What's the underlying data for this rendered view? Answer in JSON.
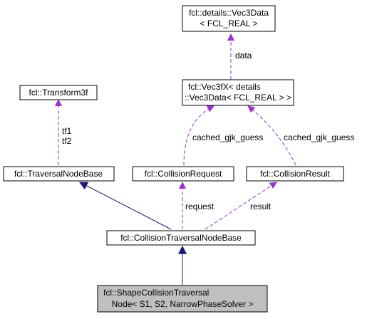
{
  "nodes": {
    "vec3data": {
      "lines": [
        "fcl::details::Vec3Data",
        "< FCL_REAL >"
      ]
    },
    "vec3fx": {
      "lines": [
        "fcl::Vec3fX< details",
        "::Vec3Data< FCL_REAL > >"
      ]
    },
    "transform3f": {
      "lines": [
        "fcl::Transform3f"
      ]
    },
    "traversal_node_base": {
      "lines": [
        "fcl::TraversalNodeBase"
      ]
    },
    "collision_request": {
      "lines": [
        "fcl::CollisionRequest"
      ]
    },
    "collision_result": {
      "lines": [
        "fcl::CollisionResult"
      ]
    },
    "collision_traversal_node_base": {
      "lines": [
        "fcl::CollisionTraversalNodeBase"
      ]
    },
    "shape_collision_traversal_node": {
      "lines": [
        "fcl::ShapeCollisionTraversal",
        "Node< S1, S2, NarrowPhaseSolver >"
      ]
    }
  },
  "edge_labels": {
    "data": "data",
    "tf": [
      "tf1",
      "tf2"
    ],
    "cached_request": "cached_gjk_guess",
    "cached_result": "cached_gjk_guess",
    "request": "request",
    "result": "result"
  },
  "colors": {
    "dependency": "#9a32cd",
    "inheritance": "#191970",
    "focus_fill": "#bfbfbf"
  }
}
